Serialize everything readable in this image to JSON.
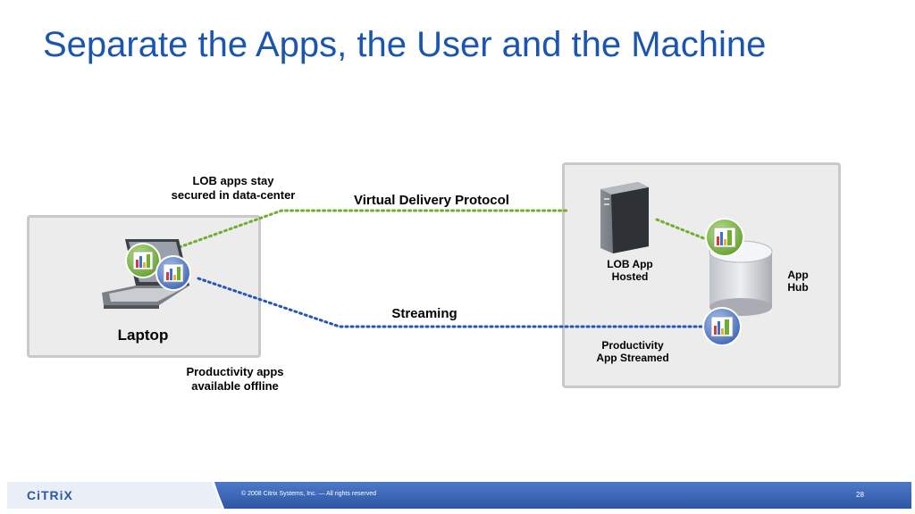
{
  "slide": {
    "title": "Separate the Apps, the User and the Machine"
  },
  "left_panel": {
    "label": "Laptop",
    "lob_note": "LOB apps stay\nsecured in data-center",
    "offline_note": "Productivity apps\navailable offline"
  },
  "connections": {
    "virtual_delivery": "Virtual Delivery Protocol",
    "streaming": "Streaming"
  },
  "right_panel": {
    "lob_hosted": "LOB App\nHosted",
    "app_hub": "App\nHub",
    "productivity_streamed": "Productivity\nApp Streamed"
  },
  "colors": {
    "title": "#1a55b0",
    "green_line": "#6fae2e",
    "blue_line": "#2457b8",
    "panel_bg": "#ececec",
    "footer": "#3a64b5"
  },
  "footer": {
    "brand": "CiTRiX",
    "copyright": "© 2008 Citrix Systems, Inc. — All rights reserved",
    "page_number": "28"
  }
}
